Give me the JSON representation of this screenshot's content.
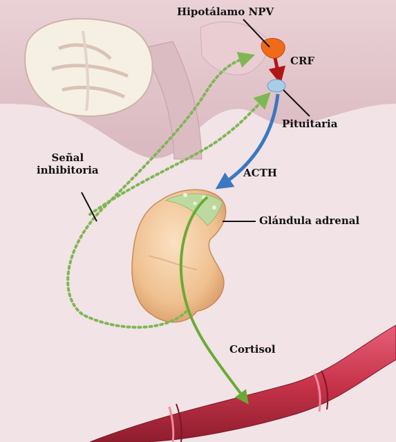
{
  "labels": {
    "hypothalamus": "Hipotálamo NPV",
    "crf": "CRF",
    "pituitary": "Pituitaria",
    "acth": "ACTH",
    "inhibitory_line1": "Señal",
    "inhibitory_line2": "inhibitoria",
    "adrenal": "Glándula adrenal",
    "cortisol": "Cortisol"
  },
  "colors": {
    "background": "#f1e3e6",
    "brain_tissue": "#e4c9cf",
    "cerebellum": "#f4ede2",
    "hypothalamus": "#ef6a1a",
    "crf_arrow": "#b11616",
    "pituitary": "#a9cde6",
    "acth_arrow": "#3a78c2",
    "adrenal": "#f2c59c",
    "adrenal_cortex": "#b8dca2",
    "cortisol_arrow": "#6aaa34",
    "inhibitory_dots": "#7fb654",
    "blood_vessel": "#c8344a"
  }
}
